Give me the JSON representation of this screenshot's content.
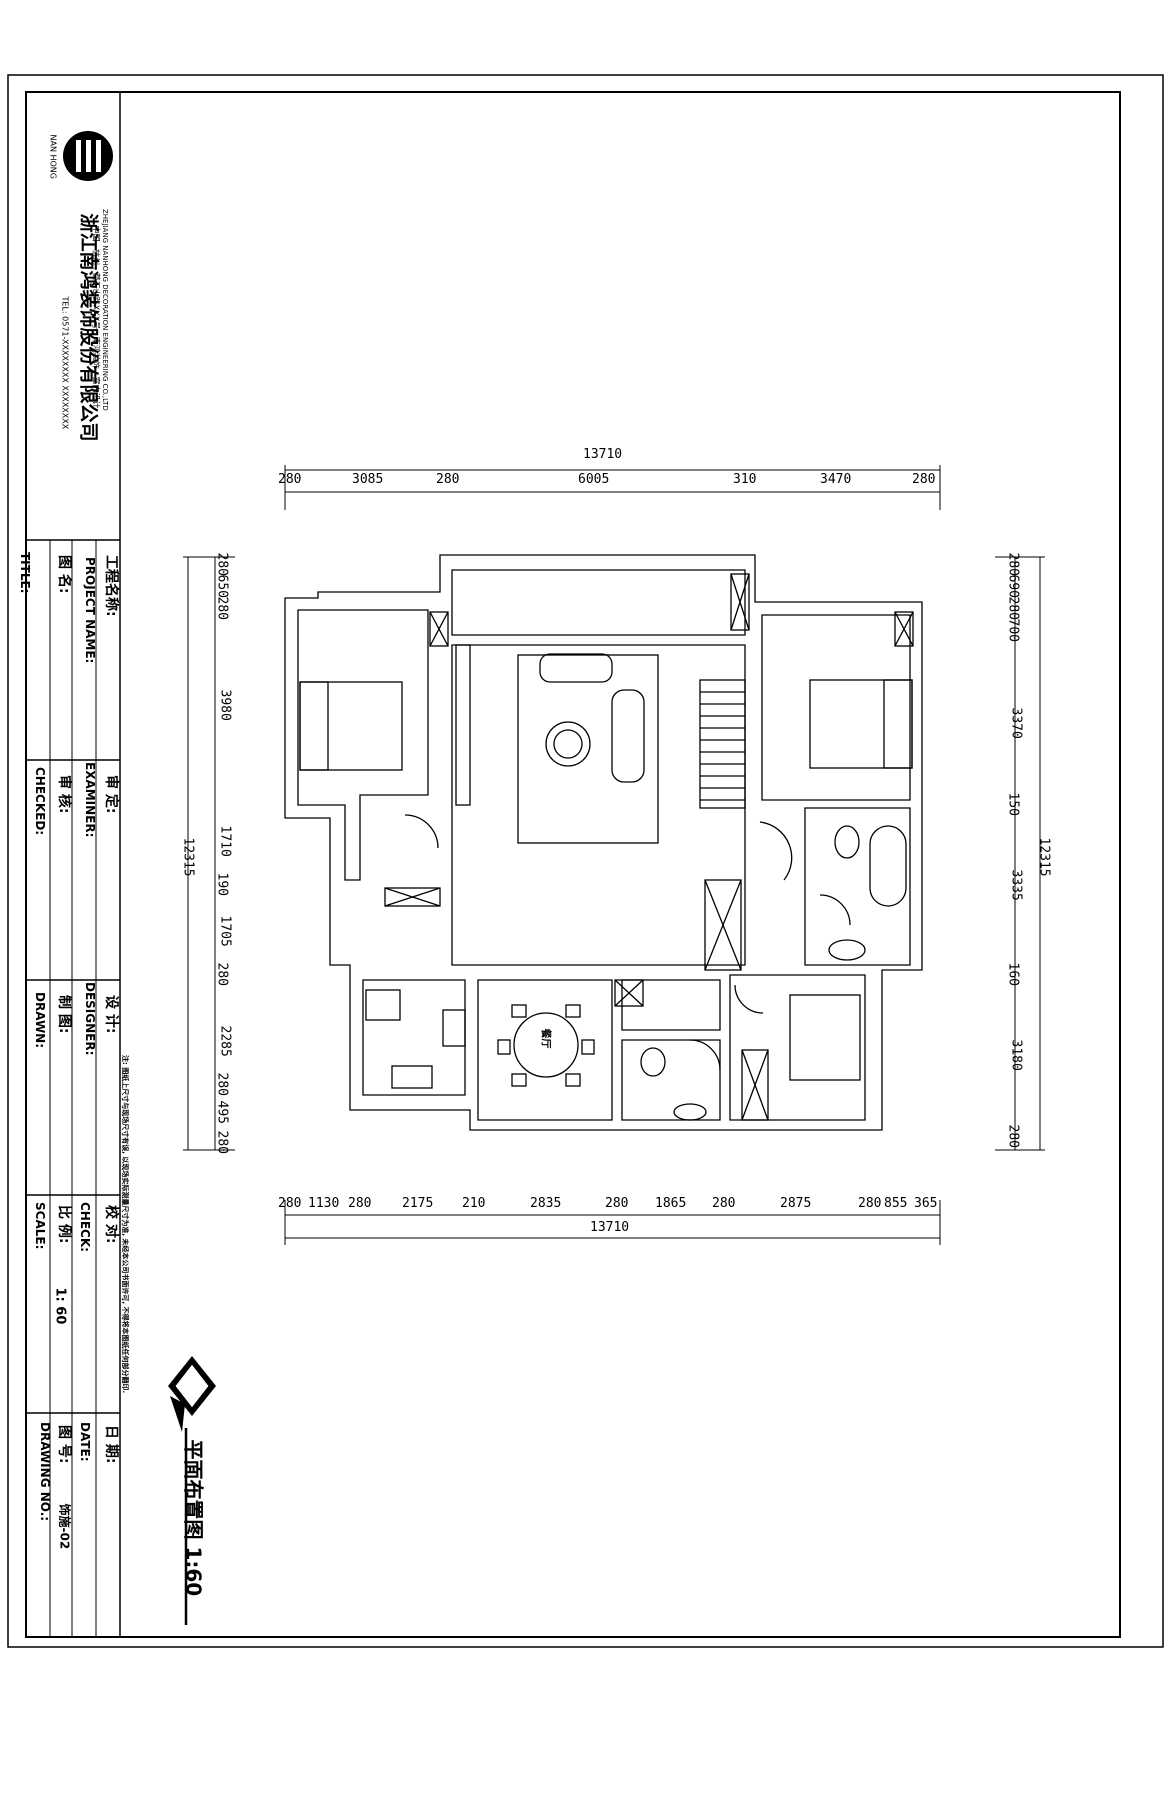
{
  "company": {
    "name": "浙江南鸿装饰股份有限公司",
    "name_en": "ZHEJIANG NANHONG DECORATION ENGINEERING CO.,LTD",
    "logo_text": "NAN HONG",
    "address": "中国 . 杭州 . 莫干山路XXX号 . 南鸿装饰 . 室内设计",
    "tel": "TEL: 0571-XXXXXXXX  XXXXXXXX"
  },
  "title_block": {
    "project_label": "工程名称:",
    "project_label_en": "PROJECT NAME:",
    "title_label": "图 名:",
    "title_label_en": "TITLE:",
    "examiner_label": "审 定:",
    "examiner_label_en": "EXAMINER:",
    "checked_label": "审 核:",
    "checked_label_en": "CHECKED:",
    "designer_label": "设 计:",
    "designer_label_en": "DESIGNER:",
    "drawn_label": "制 图:",
    "drawn_label_en": "DRAWN:",
    "check_label": "校 对:",
    "check_label_en": "CHECK:",
    "scale_label": "比 例:",
    "scale_label_en": "SCALE:",
    "scale_value": "1: 60",
    "date_label": "日 期:",
    "date_label_en": "DATE:",
    "drawing_no_label": "图 号:",
    "drawing_no_label_en": "DRAWING NO.:",
    "drawing_no_value": "饰施-02",
    "note": "注: 图纸上尺寸与现场尺寸有误, 以现场实际测量尺寸为准, 未经本公司书面许可, 不得将本图纸任何部分翻印."
  },
  "plan": {
    "title": "平面布置图 1:60",
    "room_dining": "餐厅",
    "top_dims": [
      "280",
      "3085",
      "280",
      "6005",
      "310",
      "3470",
      "280"
    ],
    "top_total": "13710",
    "bottom_dims": [
      "280",
      "1130",
      "280",
      "2175",
      "210",
      "2835",
      "280",
      "1865",
      "280",
      "2875",
      "280",
      "855",
      "365"
    ],
    "bottom_total": "13710",
    "left_dims": [
      "280",
      "650",
      "280",
      "3980",
      "1710",
      "190",
      "1705",
      "280",
      "2285",
      "280",
      "495",
      "280"
    ],
    "left_total": "12315",
    "right_dims": [
      "280",
      "690",
      "280",
      "700",
      "3370",
      "150",
      "3335",
      "160",
      "3180",
      "280"
    ],
    "right_total": "12315"
  },
  "colors": {
    "line": "#000000",
    "paper": "#ffffff"
  }
}
